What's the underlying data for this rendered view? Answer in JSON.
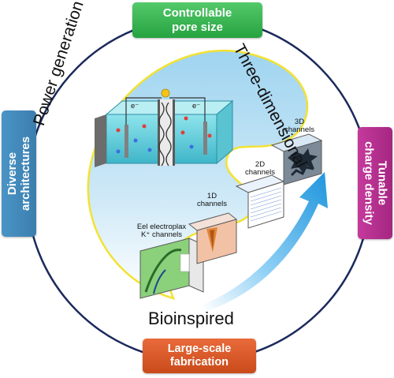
{
  "badges": {
    "top": [
      "Controllable",
      "pore size"
    ],
    "bottom": [
      "Large-scale",
      "fabrication"
    ],
    "left": [
      "Diverse",
      "architectures"
    ],
    "right": [
      "Tunable",
      "charge density"
    ]
  },
  "arc_labels": {
    "left": "Power generation",
    "right": "Three-dimensional",
    "bottom": "Bioinspired"
  },
  "step_labels": {
    "eel": [
      "Eel electroplax",
      "K⁺ channels"
    ],
    "one_d": [
      "1D",
      "channels"
    ],
    "two_d": [
      "2D",
      "channels"
    ],
    "three_d": [
      "3D",
      "channels"
    ]
  },
  "device_labels": {
    "left_electron": "e⁻",
    "right_electron": "e⁻"
  },
  "colors": {
    "ring": "#1b2a5c",
    "top_badge": "#2fae49",
    "bottom_badge": "#d9582a",
    "left_badge": "#4389bb",
    "right_badge": "#b52e8e",
    "yin_fill": "#8ec9ea",
    "arrow": "#2a9fe0"
  }
}
